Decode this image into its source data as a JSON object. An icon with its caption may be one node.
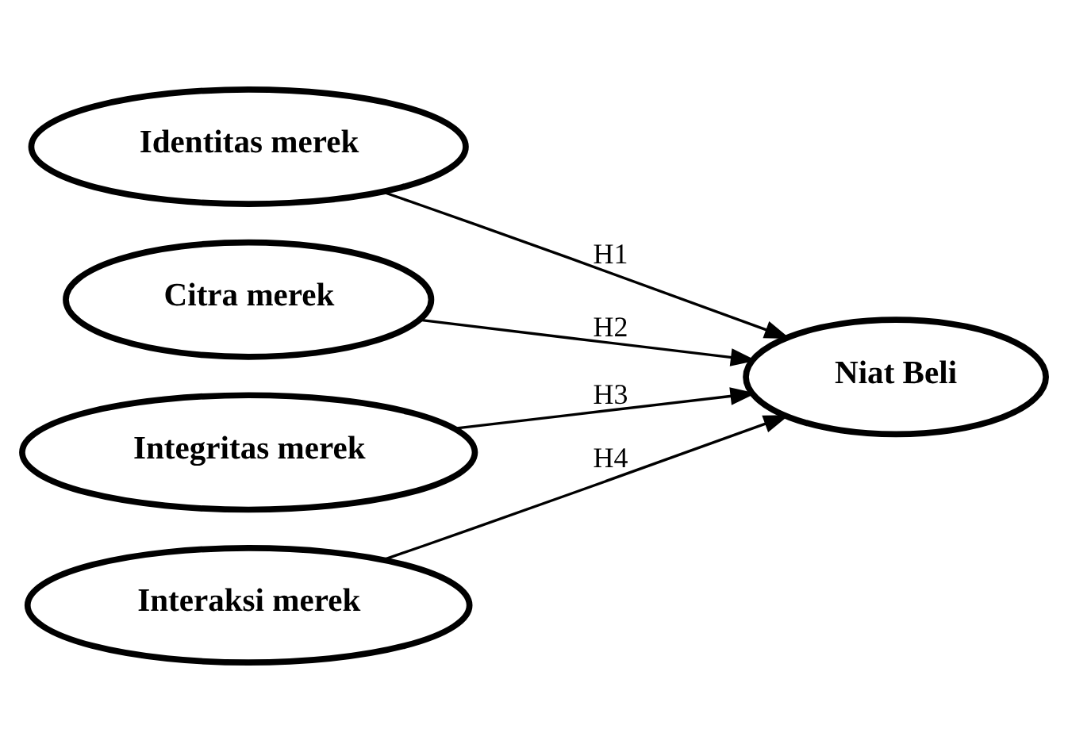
{
  "diagram": {
    "nodes": [
      {
        "text": [
          "Identitas merek"
        ]
      },
      {
        "text": [
          "Citra merek"
        ]
      },
      {
        "text": [
          "Integritas merek"
        ]
      },
      {
        "text": [
          "Interaksi merek"
        ]
      },
      {
        "text": [
          "Niat Beli"
        ]
      }
    ],
    "edges": [
      {
        "from": 0,
        "to": 4,
        "arrow": "to",
        "label": "H1"
      },
      {
        "from": 1,
        "to": 4,
        "arrow": "to",
        "label": "H2"
      },
      {
        "from": 2,
        "to": 4,
        "arrow": "to",
        "label": "H3"
      },
      {
        "from": 3,
        "to": 4,
        "arrow": "to",
        "label": "H4"
      }
    ]
  }
}
